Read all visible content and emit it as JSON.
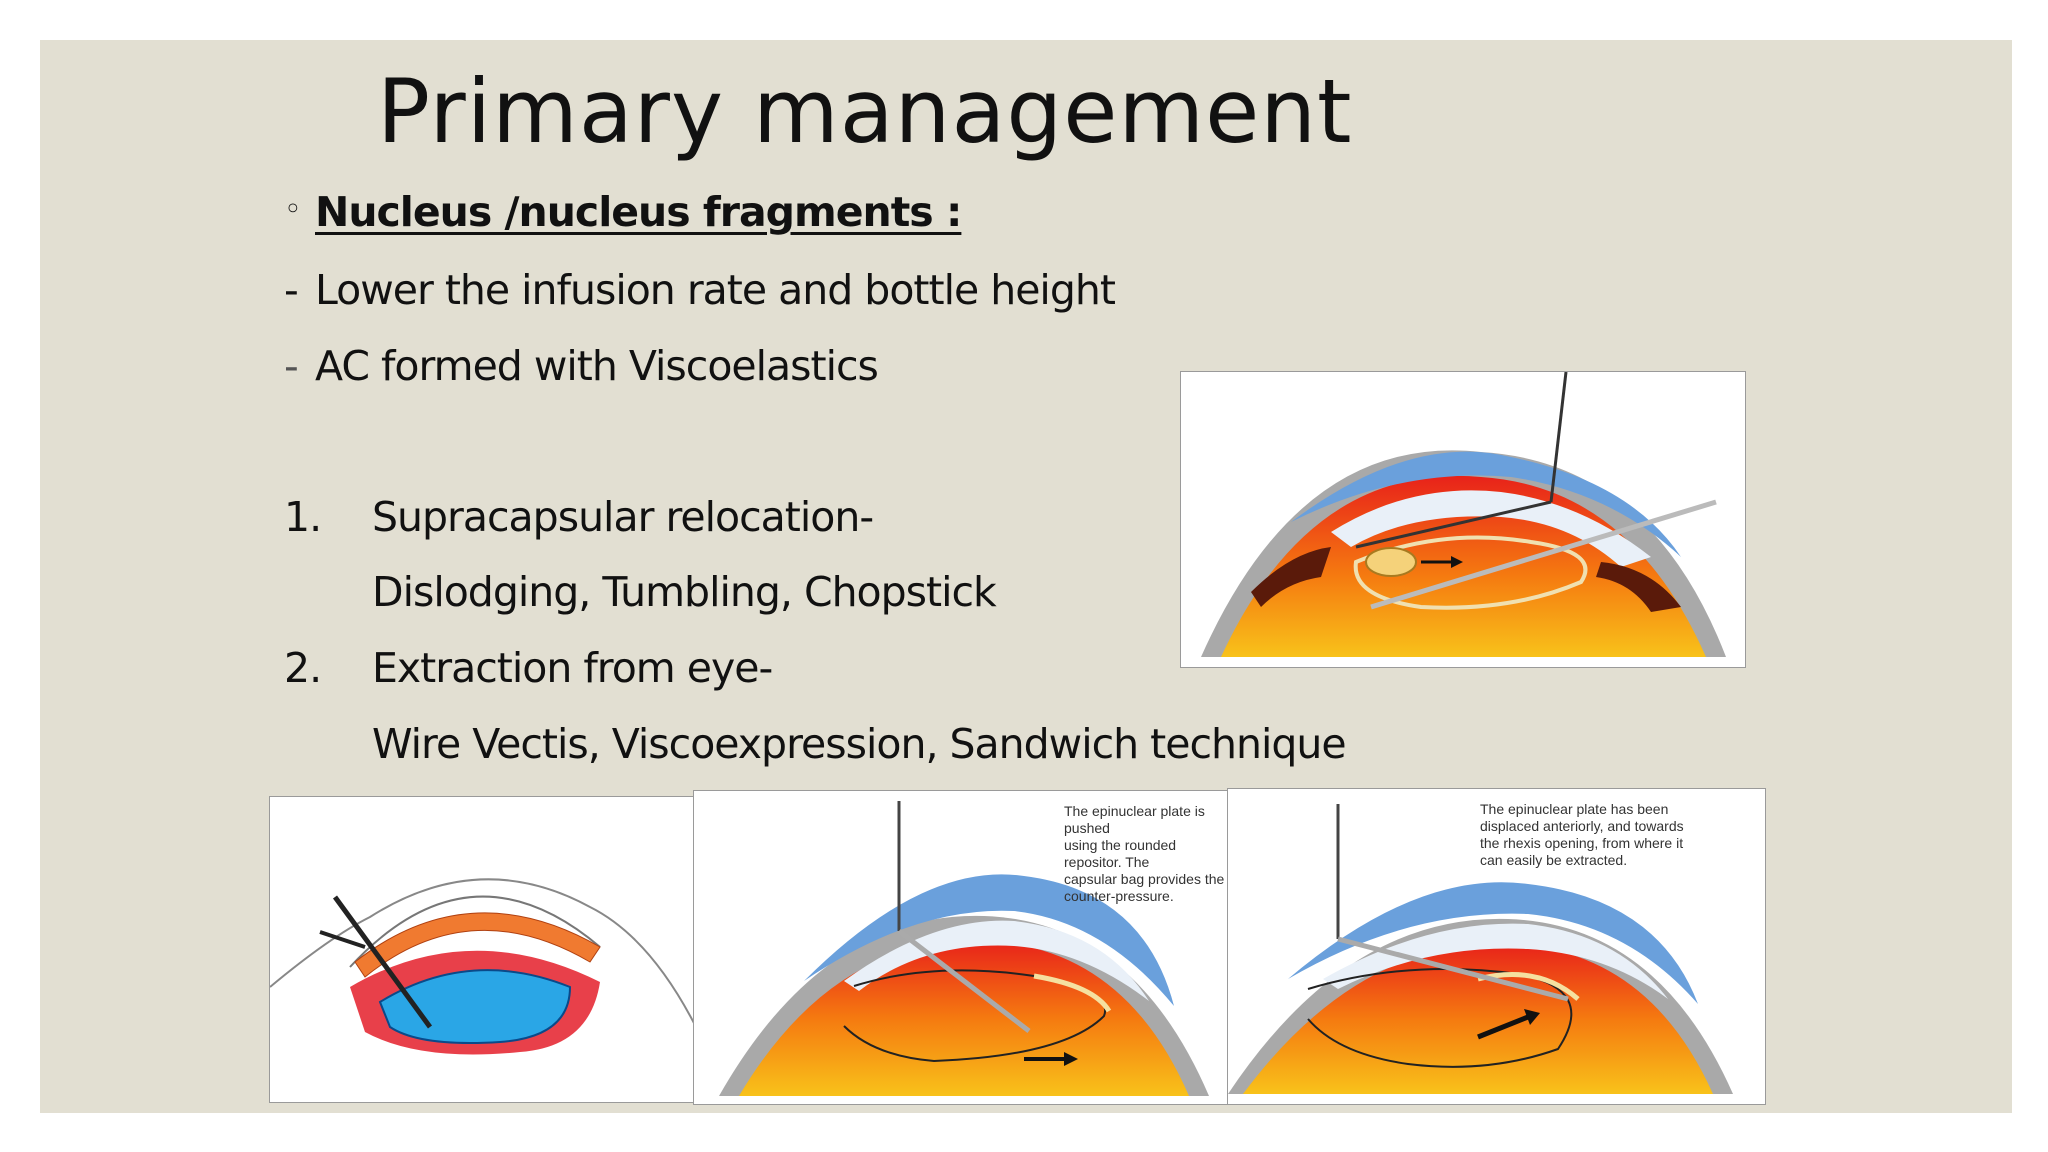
{
  "title": "Primary management",
  "heading": {
    "marker": "◦",
    "text": "Nucleus /nucleus fragments :"
  },
  "dash_items": [
    {
      "marker": "-",
      "text": "Lower the infusion rate and bottle height"
    },
    {
      "marker": "-",
      "text": "AC formed with Viscoelastics"
    }
  ],
  "numbered": [
    {
      "number": "1.",
      "text": "Supracapsular relocation-",
      "detail": "Dislodging, Tumbling, Chopstick"
    },
    {
      "number": "2.",
      "text": "Extraction from eye-",
      "detail": "Wire Vectis, Viscoexpression, Sandwich technique"
    }
  ],
  "figures": {
    "middle_caption": [
      "The epinuclear plate is pushed",
      "using the rounded repositor. The",
      "capsular bag provides the",
      "counter-pressure."
    ],
    "right_caption": [
      "The epinuclear plate has been",
      "displaced anteriorly, and towards",
      "the rhexis opening, from where it",
      "can easily be extracted."
    ]
  }
}
